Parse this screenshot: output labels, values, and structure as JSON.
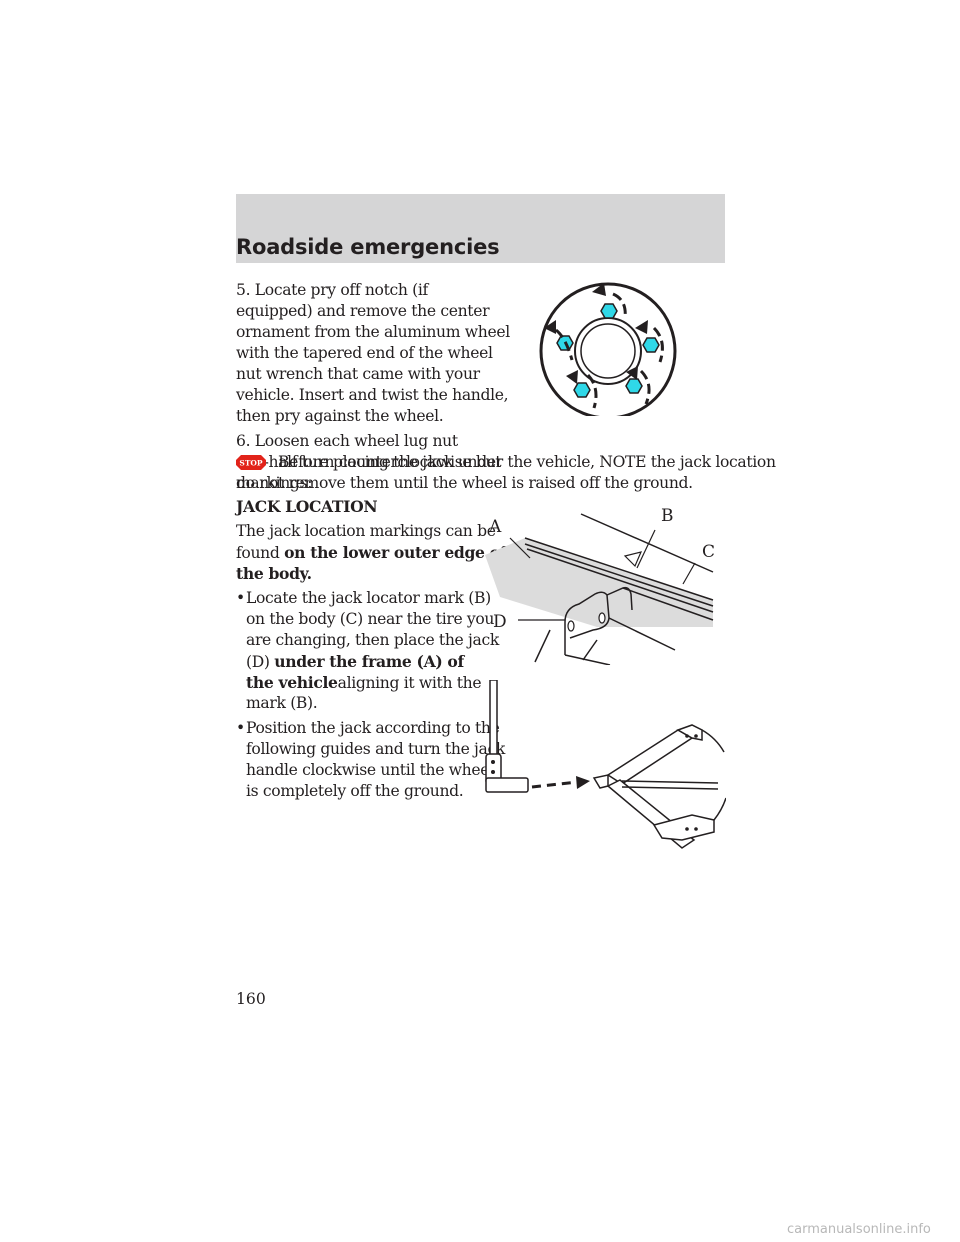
{
  "header": {
    "title": "Roadside emergencies"
  },
  "steps": {
    "step5": [
      "5. Locate pry off notch (if",
      "equipped) and remove the center",
      "ornament from the aluminum wheel",
      "with the tapered end of the wheel",
      "nut wrench that came with your",
      "vehicle. Insert and twist the handle,",
      "then pry against the wheel."
    ],
    "step6": [
      "6. Loosen each wheel lug nut",
      "one-half turn counterclockwise but",
      "do not remove them until the wheel is raised off the ground."
    ]
  },
  "warning": {
    "icon_label": "STOP",
    "line1": "Before placing the jack under the vehicle, NOTE the jack location",
    "line2": "markings:"
  },
  "jack_location": {
    "heading": "JACK LOCATION",
    "intro_line1": "The jack location markings can be",
    "intro_line2_a": "found ",
    "intro_line2_b": "on the lower outer edge of",
    "intro_line3": "the body.",
    "bullet_char": "•",
    "bullet1": {
      "l1": "Locate the jack locator mark (B)",
      "l2": "on the body (C) near the tire you",
      "l3": "are changing, then place the jack",
      "l4a": "(D) ",
      "l4b": "under the frame (A) of",
      "l5a": "the vehicle",
      "l5b": "aligning it with the",
      "l6": "mark (B)."
    },
    "bullet2": {
      "l1": "Position the jack according to the",
      "l2": "following guides and turn the jack",
      "l3": "handle clockwise until the wheel",
      "l4": "is completely off the ground."
    }
  },
  "diagram_labels": {
    "a": "A",
    "b": "B",
    "c": "C",
    "d": "D"
  },
  "colors": {
    "header_bg": "#d5d5d6",
    "lug_nut": "#2fd8e8",
    "stop_red": "#e2231a"
  },
  "page_number": "160",
  "watermark": "carmanualsonline.info"
}
